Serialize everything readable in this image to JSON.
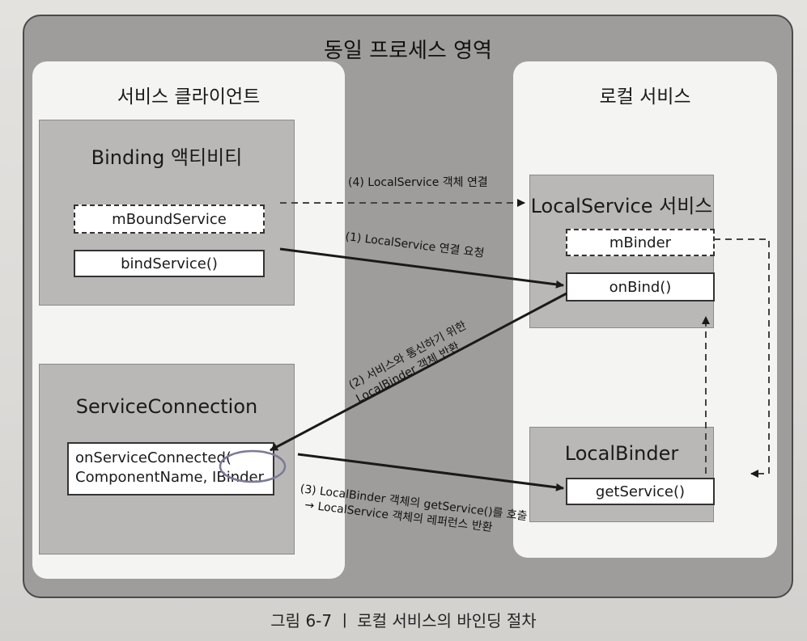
{
  "diagram": {
    "outer_title": "동일 프로세스 영역",
    "client": {
      "title": "서비스 클라이언트",
      "activity": {
        "title": "Binding 액티비티",
        "bound_field": "mBoundService",
        "bind_method": "bindService()"
      },
      "connection": {
        "title": "ServiceConnection",
        "callback_line1": "onServiceConnected(",
        "callback_line2": "ComponentName, IBinder"
      }
    },
    "local": {
      "title": "로컬 서비스",
      "service": {
        "title": "LocalService 서비스",
        "binder_field": "mBinder",
        "bind_method": "onBind()"
      },
      "binder": {
        "title": "LocalBinder",
        "method": "getService()"
      }
    },
    "steps": {
      "step1": "(1) LocalService 연결 요청",
      "step2_line1": "(2) 서비스와 통신하기 위한",
      "step2_line2": "LocalBinder 객체 반환",
      "step3_line1": "(3) LocalBinder 객체의 getService()를 호출",
      "step3_line2": "→ LocalService 객체의 레퍼런스 반환",
      "step4": "(4) LocalService 객체 연결"
    },
    "caption": "그림 6-7 ㅣ 로컬 서비스의 바인딩 절차"
  }
}
